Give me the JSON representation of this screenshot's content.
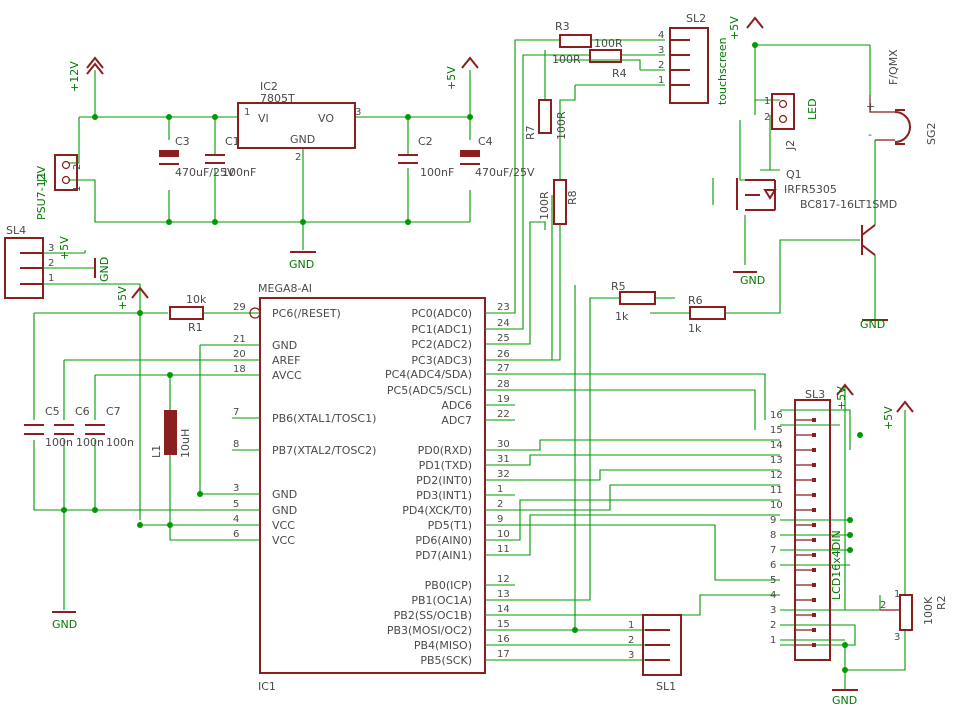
{
  "supplies": {
    "p12v": "+12V",
    "p5v": "+5V",
    "gnd": "GND"
  },
  "regulator": {
    "name": "IC2",
    "value": "7805T",
    "vi": "VI",
    "vo": "VO",
    "gnd": "GND",
    "pin1": "1",
    "pin2": "2",
    "pin3": "3"
  },
  "jack": {
    "name": "J1",
    "value": "PSU7-12V",
    "pin1": "1",
    "pin2": "2"
  },
  "caps": {
    "c1": {
      "name": "C1",
      "value": "100nF"
    },
    "c2": {
      "name": "C2",
      "value": "100nF"
    },
    "c3": {
      "name": "C3",
      "value": "470uF/25V"
    },
    "c4": {
      "name": "C4",
      "value": "470uF/25V"
    },
    "c5": {
      "name": "C5",
      "value": "100n"
    },
    "c6": {
      "name": "C6",
      "value": "100n"
    },
    "c7": {
      "name": "C7",
      "value": "100n"
    }
  },
  "sl4": {
    "name": "SL4",
    "pins": [
      "3",
      "2",
      "1"
    ]
  },
  "mcu": {
    "name": "IC1",
    "value": "MEGA8-AI",
    "left_pins": [
      {
        "num": "29",
        "label": "PC6(/RESET)"
      },
      {
        "num": "21",
        "label": "GND"
      },
      {
        "num": "20",
        "label": "AREF"
      },
      {
        "num": "18",
        "label": "AVCC"
      },
      {
        "num": "7",
        "label": "PB6(XTAL1/TOSC1)"
      },
      {
        "num": "8",
        "label": "PB7(XTAL2/TOSC2)"
      },
      {
        "num": "3",
        "label": "GND"
      },
      {
        "num": "5",
        "label": "GND"
      },
      {
        "num": "4",
        "label": "VCC"
      },
      {
        "num": "6",
        "label": "VCC"
      }
    ],
    "right_pins": [
      {
        "num": "23",
        "label": "PC0(ADC0)"
      },
      {
        "num": "24",
        "label": "PC1(ADC1)"
      },
      {
        "num": "25",
        "label": "PC2(ADC2)"
      },
      {
        "num": "26",
        "label": "PC3(ADC3)"
      },
      {
        "num": "27",
        "label": "PC4(ADC4/SDA)"
      },
      {
        "num": "28",
        "label": "PC5(ADC5/SCL)"
      },
      {
        "num": "19",
        "label": "ADC6"
      },
      {
        "num": "22",
        "label": "ADC7"
      },
      {
        "num": "30",
        "label": "PD0(RXD)"
      },
      {
        "num": "31",
        "label": "PD1(TXD)"
      },
      {
        "num": "32",
        "label": "PD2(INT0)"
      },
      {
        "num": "1",
        "label": "PD3(INT1)"
      },
      {
        "num": "2",
        "label": "PD4(XCK/T0)"
      },
      {
        "num": "9",
        "label": "PD5(T1)"
      },
      {
        "num": "10",
        "label": "PD6(AIN0)"
      },
      {
        "num": "11",
        "label": "PD7(AIN1)"
      },
      {
        "num": "12",
        "label": "PB0(ICP)"
      },
      {
        "num": "13",
        "label": "PB1(OC1A)"
      },
      {
        "num": "14",
        "label": "PB2(SS/OC1B)"
      },
      {
        "num": "15",
        "label": "PB3(MOSI/OC2)"
      },
      {
        "num": "16",
        "label": "PB4(MISO)"
      },
      {
        "num": "17",
        "label": "PB5(SCK)"
      }
    ]
  },
  "r1": {
    "name": "R1",
    "value": "10k"
  },
  "l1": {
    "name": "L1",
    "value": "10uH"
  },
  "r3": {
    "name": "R3",
    "value": "100R"
  },
  "r4": {
    "name": "R4",
    "value": "100R"
  },
  "r7": {
    "name": "R7",
    "value": "100R"
  },
  "r8": {
    "name": "R8",
    "value": "100R"
  },
  "r5": {
    "name": "R5",
    "value": "1k"
  },
  "r6": {
    "name": "R6",
    "value": "1k"
  },
  "sl2": {
    "name": "SL2",
    "value": "touchscreen",
    "pins": [
      "4",
      "3",
      "2",
      "1"
    ]
  },
  "j2": {
    "name": "J2",
    "value": "LED",
    "pin1": "1",
    "pin2": "2"
  },
  "q1": {
    "name": "Q1",
    "value": "IRFR5305"
  },
  "q2": {
    "value": "BC817-16LT1SMD"
  },
  "sg2": {
    "name": "SG2",
    "value": "F/QMX",
    "plus": "+",
    "minus": "-"
  },
  "sl3": {
    "name": "SL3",
    "value": "LCD16x4DIN",
    "pins": [
      "16",
      "15",
      "14",
      "13",
      "12",
      "11",
      "10",
      "9",
      "8",
      "7",
      "6",
      "5",
      "4",
      "3",
      "2",
      "1"
    ]
  },
  "r2": {
    "name": "R2",
    "value": "100K",
    "pin1": "1",
    "pin2": "2",
    "pin3": "3"
  },
  "sl1": {
    "name": "SL1",
    "pins": [
      "1",
      "2",
      "3"
    ]
  }
}
